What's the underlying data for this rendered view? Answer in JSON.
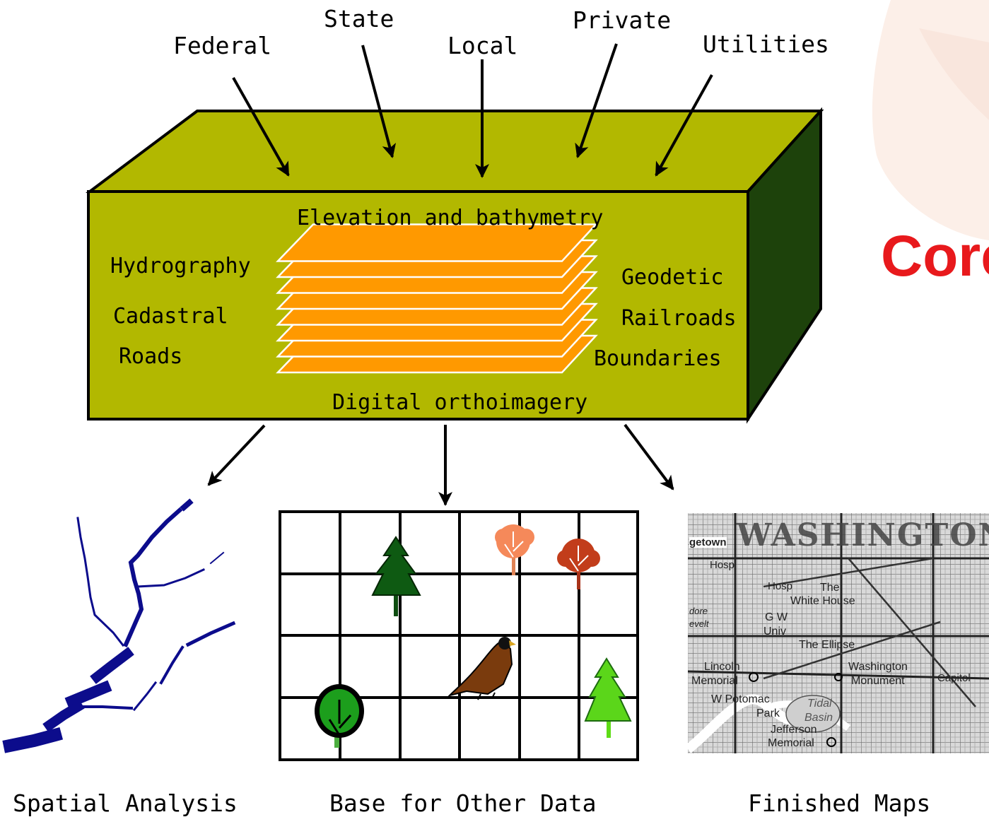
{
  "sources": [
    "Federal",
    "State",
    "Local",
    "Private",
    "Utilities"
  ],
  "box": {
    "top_label": "Elevation and bathymetry",
    "bottom_label": "Digital orthoimagery",
    "left_labels": [
      "Hydrography",
      "Cadastral",
      "Roads"
    ],
    "right_labels": [
      "Geodetic",
      "Railroads",
      "Boundaries"
    ]
  },
  "outputs": [
    "Spatial Analysis",
    "Base for Other Data",
    "Finished Maps"
  ],
  "corner_title": "Core",
  "map_labels": {
    "title": "WASHINGTON",
    "places": [
      "Hosp",
      "Hosp",
      "The",
      "White House",
      "G W",
      "Univ",
      "The Ellipse",
      "Lincoln",
      "Memorial",
      "Washington",
      "Monument",
      "Capitol",
      "W Potomac",
      "Park",
      "Tidal",
      "Basin",
      "Jefferson",
      "Memorial",
      "getown",
      "dore",
      "evelt"
    ]
  },
  "colors": {
    "box_front": "#b2b800",
    "box_side": "#1d420b",
    "layers": "#ff9900",
    "river": "#0c0c8c",
    "title_red": "#e8191c"
  }
}
